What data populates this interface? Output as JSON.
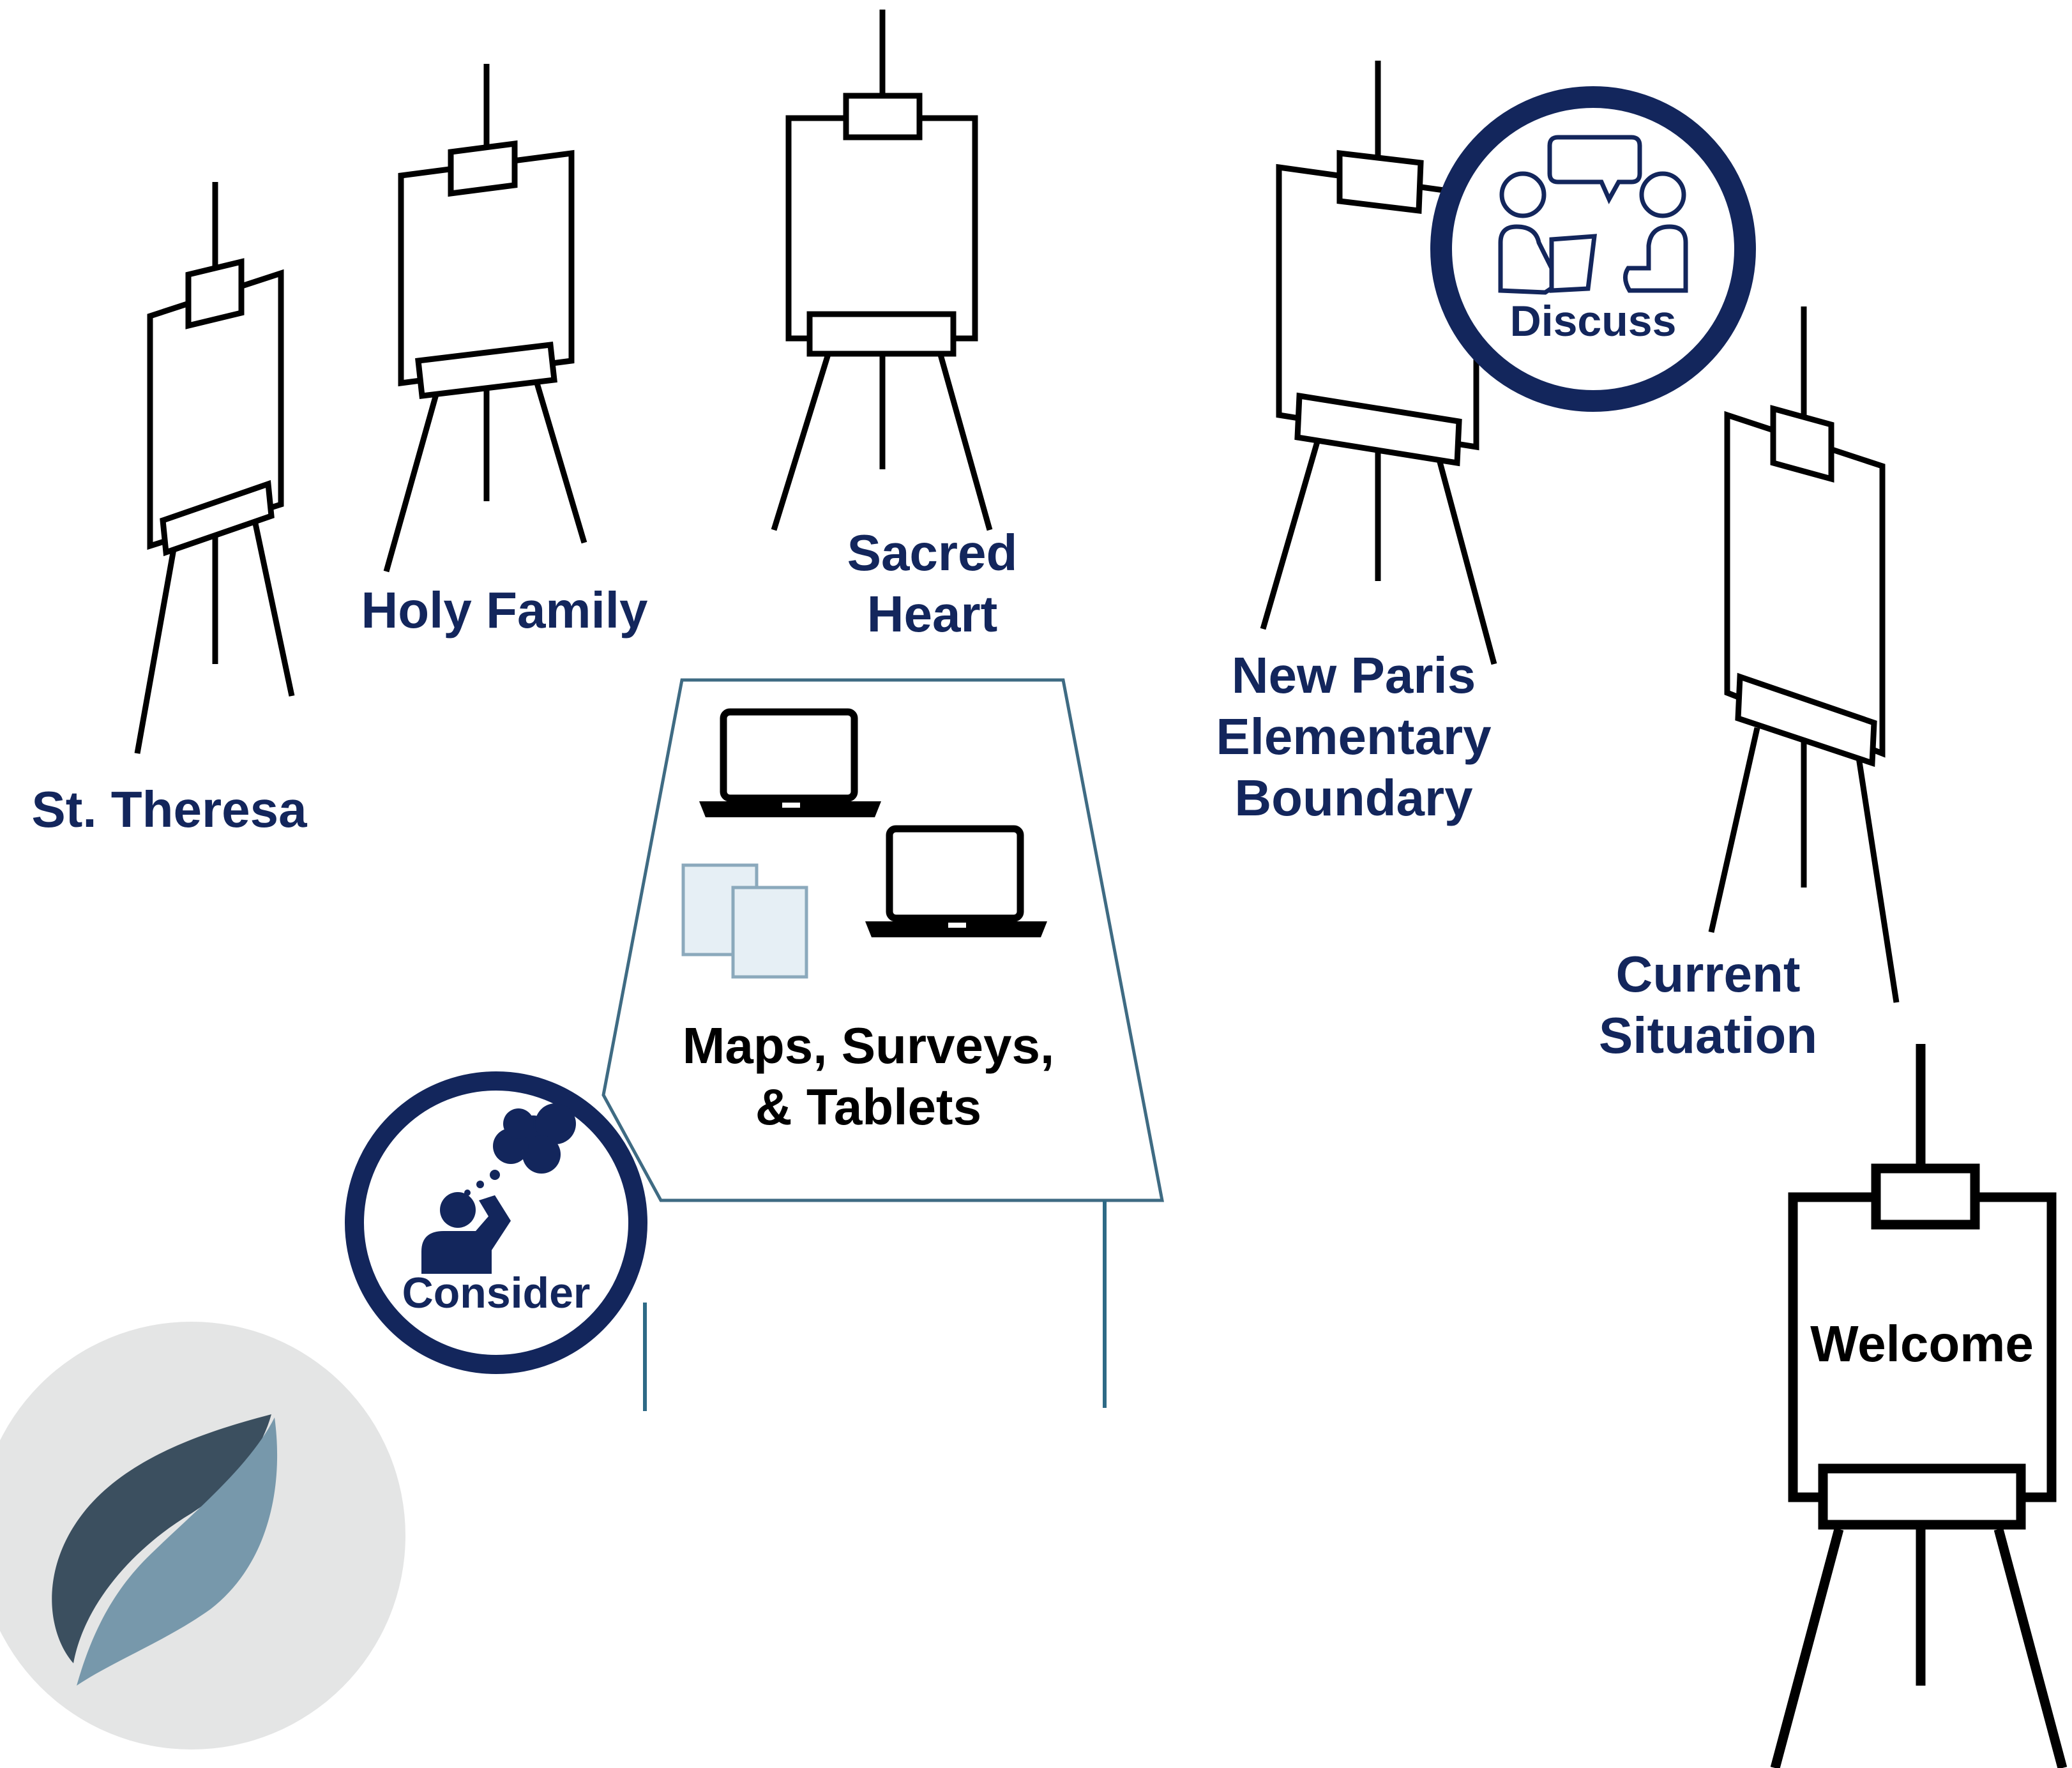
{
  "colors": {
    "navy": "#13265c",
    "easel": "#000000",
    "table": "#3f6b83",
    "paper_fill": "#e6eff5",
    "paper_stroke": "#8ba9bc",
    "logo_bg": "#e4e5e5",
    "leaf_dark": "#3b4f5f",
    "leaf_light": "#7798ab"
  },
  "stations": {
    "st_theresa": "St. Theresa",
    "holy_family": "Holy Family",
    "sacred_heart": [
      "Sacred",
      "Heart"
    ],
    "new_paris": [
      "New Paris",
      "Elementary",
      "Boundary"
    ],
    "current_situation": [
      "Current",
      "Situation"
    ],
    "welcome": "Welcome"
  },
  "table": {
    "label": [
      "Maps, Surveys,",
      "& Tablets"
    ]
  },
  "badges": {
    "discuss": "Discuss",
    "consider": "Consider"
  },
  "icons": {
    "laptop": "laptop-icon",
    "papers": "papers-icon",
    "discuss": "conversation-icon",
    "consider": "thinking-person-icon",
    "logo": "leaf-logo-icon"
  }
}
